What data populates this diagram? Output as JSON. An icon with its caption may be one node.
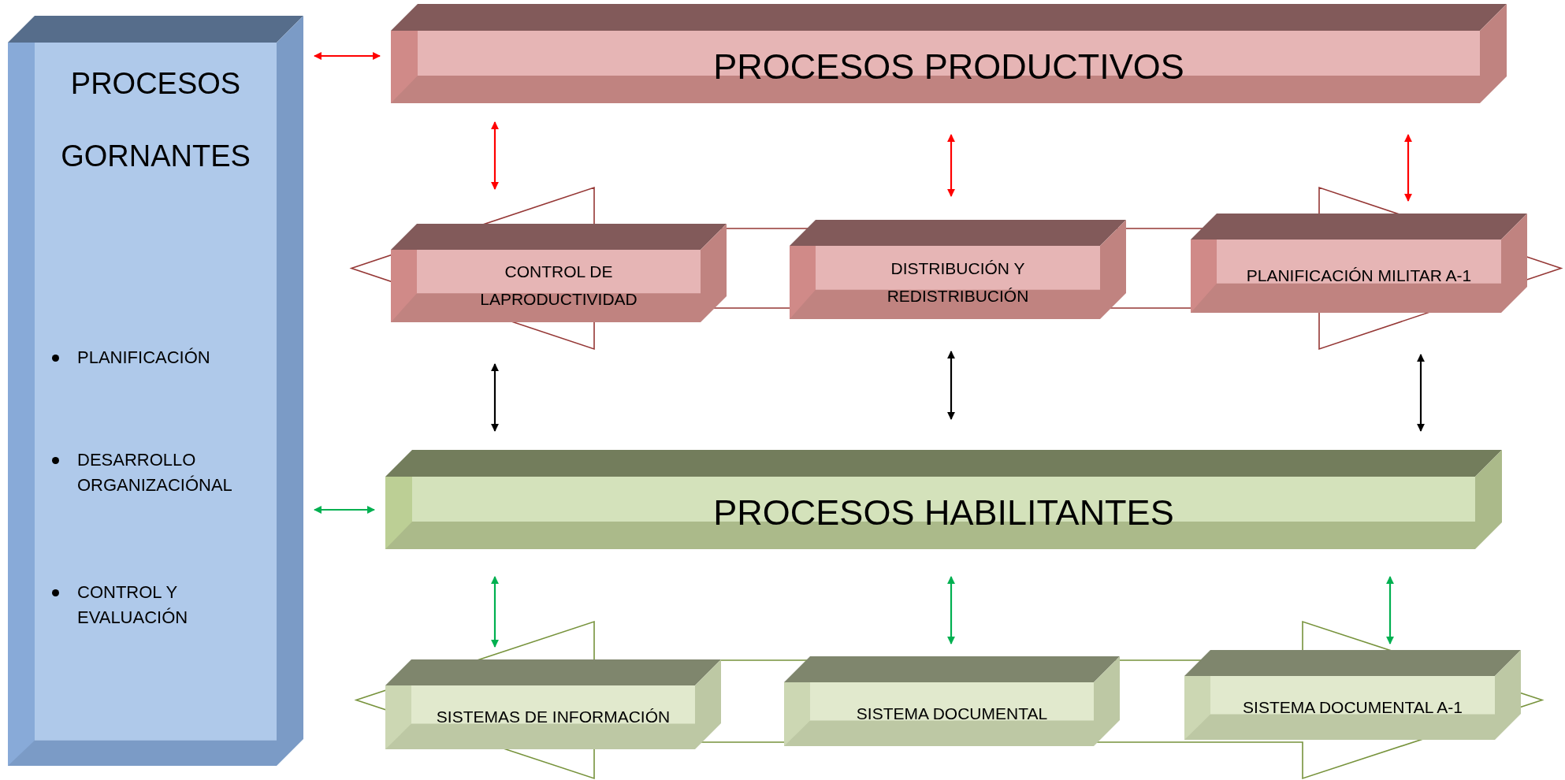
{
  "diagram": {
    "nodes": [
      {
        "text": [
          "PROCESOS GORNANTES",
          "PLANIFICACIÓN",
          "DESARROLLO ORGANIZACIÓNAL",
          "CONTROL Y EVALUACIÓN"
        ]
      },
      {
        "text": [
          "PROCESOS PRODUCTIVOS"
        ]
      },
      {
        "text": [
          "CONTROL DE LAPRODUCTIVIDAD"
        ]
      },
      {
        "text": [
          "DISTRIBUCIÓN Y REDISTRIBUCIÓN"
        ]
      },
      {
        "text": [
          "PLANIFICACIÓN MILITAR A-1"
        ]
      },
      {
        "text": [
          "PROCESOS HABILITANTES"
        ]
      },
      {
        "text": [
          "SISTEMAS DE INFORMACIÓN"
        ]
      },
      {
        "text": [
          "SISTEMA DOCUMENTAL"
        ]
      },
      {
        "text": [
          "SISTEMA DOCUMENTAL A-1"
        ]
      }
    ],
    "edges": [
      {
        "from": 0,
        "to": 1,
        "arrow": "both",
        "color": "#ff0000"
      },
      {
        "from": 1,
        "to": 2,
        "arrow": "both",
        "color": "#ff0000"
      },
      {
        "from": 1,
        "to": 3,
        "arrow": "both",
        "color": "#ff0000"
      },
      {
        "from": 1,
        "to": 4,
        "arrow": "both",
        "color": "#ff0000"
      },
      {
        "from": 2,
        "to": 5,
        "arrow": "both",
        "color": "#000000"
      },
      {
        "from": 3,
        "to": 5,
        "arrow": "both",
        "color": "#000000"
      },
      {
        "from": 4,
        "to": 5,
        "arrow": "both",
        "color": "#000000"
      },
      {
        "from": 0,
        "to": 5,
        "arrow": "both",
        "color": "#00b050"
      },
      {
        "from": 5,
        "to": 6,
        "arrow": "both",
        "color": "#00b050"
      },
      {
        "from": 5,
        "to": 7,
        "arrow": "both",
        "color": "#00b050"
      },
      {
        "from": 5,
        "to": 8,
        "arrow": "both",
        "color": "#00b050"
      }
    ]
  }
}
